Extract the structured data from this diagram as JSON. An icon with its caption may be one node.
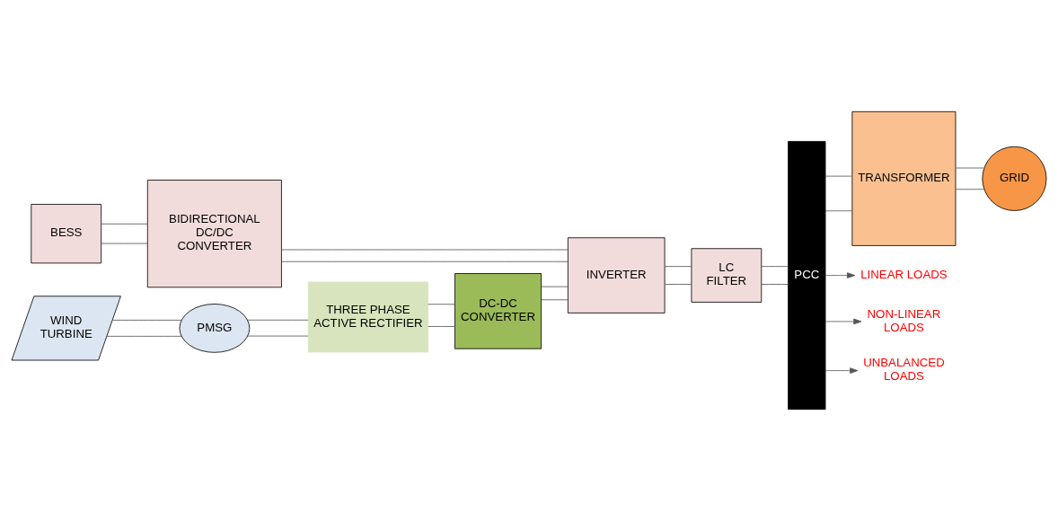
{
  "diagram": {
    "nodes": [
      {
        "text": [
          "BESS"
        ]
      },
      {
        "text": [
          "BIDIRECTIONAL DC/DC CONVERTER"
        ]
      },
      {
        "text": [
          "INVERTER"
        ]
      },
      {
        "text": [
          "LC FILTER"
        ]
      },
      {
        "text": [
          "PCC"
        ]
      },
      {
        "text": [
          "TRANSFORMER"
        ]
      },
      {
        "text": [
          "GRID"
        ]
      },
      {
        "text": [
          "WIND TURBINE"
        ]
      },
      {
        "text": [
          "PMSG"
        ]
      },
      {
        "text": [
          "THREE PHASE ACTIVE RECTIFIER"
        ]
      },
      {
        "text": [
          "DC-DC CONVERTER"
        ]
      },
      {
        "text": [
          "LINEAR LOADS"
        ]
      },
      {
        "text": [
          "NON-LINEAR LOADS"
        ]
      },
      {
        "text": [
          "UNBALANCED LOADS"
        ]
      }
    ],
    "edges": [
      {
        "from": 0,
        "to": 1,
        "arrow": "none"
      },
      {
        "from": 0,
        "to": 1,
        "arrow": "none"
      },
      {
        "from": 1,
        "to": 2,
        "arrow": "none"
      },
      {
        "from": 1,
        "to": 2,
        "arrow": "none"
      },
      {
        "from": 2,
        "to": 3,
        "arrow": "none"
      },
      {
        "from": 2,
        "to": 3,
        "arrow": "none"
      },
      {
        "from": 3,
        "to": 4,
        "arrow": "none"
      },
      {
        "from": 3,
        "to": 4,
        "arrow": "none"
      },
      {
        "from": 4,
        "to": 5,
        "arrow": "none"
      },
      {
        "from": 4,
        "to": 5,
        "arrow": "none"
      },
      {
        "from": 5,
        "to": 6,
        "arrow": "none"
      },
      {
        "from": 5,
        "to": 6,
        "arrow": "none"
      },
      {
        "from": 7,
        "to": 8,
        "arrow": "none"
      },
      {
        "from": 7,
        "to": 8,
        "arrow": "none"
      },
      {
        "from": 8,
        "to": 9,
        "arrow": "none"
      },
      {
        "from": 8,
        "to": 9,
        "arrow": "none"
      },
      {
        "from": 9,
        "to": 10,
        "arrow": "none"
      },
      {
        "from": 9,
        "to": 10,
        "arrow": "none"
      },
      {
        "from": 10,
        "to": 2,
        "arrow": "none"
      },
      {
        "from": 10,
        "to": 2,
        "arrow": "none"
      },
      {
        "from": 4,
        "to": 11,
        "arrow": "to"
      },
      {
        "from": 4,
        "to": 12,
        "arrow": "to"
      },
      {
        "from": 4,
        "to": 13,
        "arrow": "to"
      }
    ]
  }
}
